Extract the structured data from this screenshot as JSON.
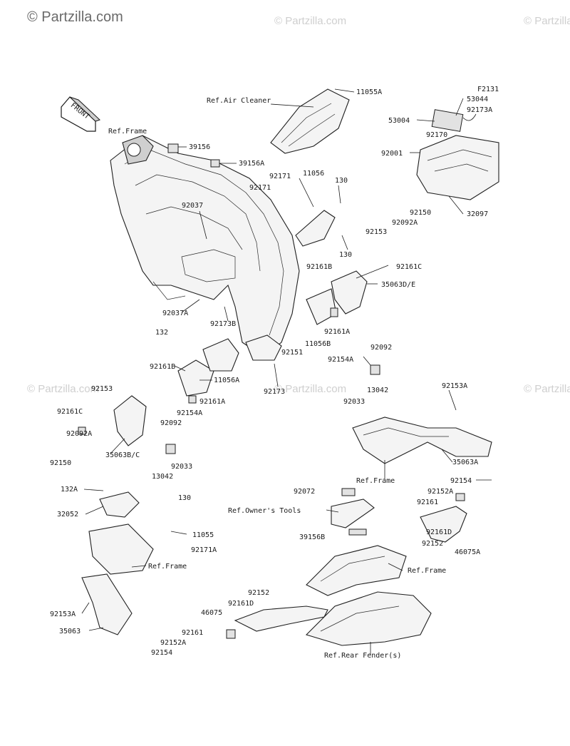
{
  "watermark": {
    "top_left": "© Partzilla.com",
    "repeat": "© Partzilla.com"
  },
  "figure_code": "F2131",
  "front_marker": "FRONT",
  "labels": {
    "ref_air_cleaner": "Ref.Air Cleaner",
    "p11055A": "11055A",
    "ref_frame_top": "Ref.Frame",
    "p53044": "53044",
    "p92173A": "92173A",
    "p53004": "53004",
    "p92170": "92170",
    "p92001": "92001",
    "p32097": "32097",
    "p39156": "39156",
    "p39156A": "39156A",
    "p92171_a": "92171",
    "p92171_b": "92171",
    "p11056": "11056",
    "p130_a": "130",
    "p130_b": "130",
    "p92037": "92037",
    "p92150_a": "92150",
    "p92092A_a": "92092A",
    "p92153_a": "92153",
    "p92161C_a": "92161C",
    "p92161B_a": "92161B",
    "p35063DE": "35063D/E",
    "p92037A": "92037A",
    "p92173B": "92173B",
    "p132": "132",
    "p92161A_a": "92161A",
    "p11056B": "11056B",
    "p92151": "92151",
    "p92092_a": "92092",
    "p92154A_a": "92154A",
    "p13042_a": "13042",
    "p92173": "92173",
    "p92033_a": "92033",
    "p92161B_b": "92161B",
    "p11056A": "11056A",
    "p92153_b": "92153",
    "p92161A_b": "92161A",
    "p92161C_b": "92161C",
    "p92154A_b": "92154A",
    "p92092_b": "92092",
    "p92092A_b": "92092A",
    "p35063BC": "35063B/C",
    "p92033_b": "92033",
    "p92150_b": "92150",
    "p13042_b": "13042",
    "p92153A_a": "92153A",
    "p35063A": "35063A",
    "ref_frame_mid": "Ref.Frame",
    "p92154_a": "92154",
    "p92152A_a": "92152A",
    "p92161_a": "92161",
    "p92072": "92072",
    "ref_owners_tools": "Ref.Owner's Tools",
    "p39156B": "39156B",
    "p92161D_a": "92161D",
    "p92152_a": "92152",
    "p46075A": "46075A",
    "ref_frame_rear": "Ref.Frame",
    "p132A": "132A",
    "p32052": "32052",
    "p130_c": "130",
    "p11055": "11055",
    "p92171A": "92171A",
    "ref_frame_left": "Ref.Frame",
    "p92153A_b": "92153A",
    "p35063": "35063",
    "p92152_b": "92152",
    "p92161D_b": "92161D",
    "p46075": "46075",
    "p92161_b": "92161",
    "p92152A_b": "92152A",
    "p92154_b": "92154",
    "ref_rear_fender": "Ref.Rear Fender(s)"
  },
  "colors": {
    "line": "#1f1f1f",
    "watermark": "#cfcfcf"
  }
}
